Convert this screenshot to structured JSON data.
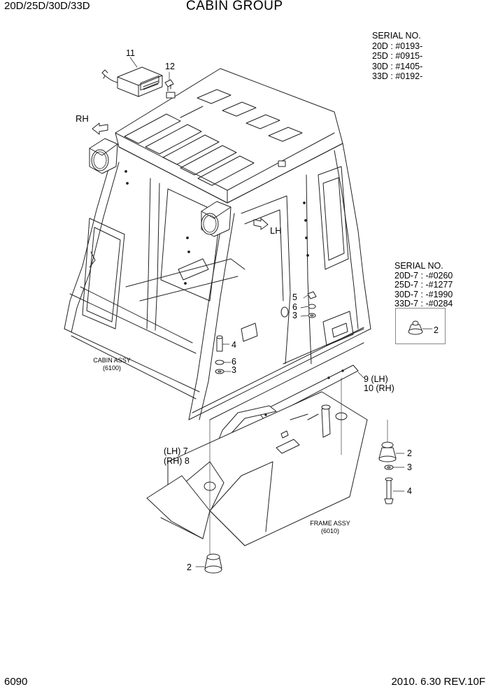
{
  "header": {
    "models": "20D/25D/30D/33D",
    "title": "CABIN GROUP"
  },
  "serial_block_1": {
    "label": "SERIAL NO.",
    "lines": [
      "20D : #0193-",
      "25D : #0915-",
      "30D : #1405-",
      "33D : #0192-"
    ]
  },
  "serial_block_2": {
    "label": "SERIAL NO.",
    "lines": [
      "20D-7 : -#0260",
      "25D-7 : -#1277",
      "30D-7 : -#1990",
      "33D-7 : -#0284"
    ]
  },
  "arrows": {
    "rh": "RH",
    "lh": "LH"
  },
  "assemblies": {
    "cabin": {
      "name": "CABIN ASSY",
      "code": "(6100)"
    },
    "frame": {
      "name": "FRAME ASSY",
      "code": "(6010)"
    }
  },
  "callouts": {
    "c11": "11",
    "c12": "12",
    "c5": "5",
    "c6a": "6",
    "c3a": "3",
    "c4a": "4",
    "c6b": "6",
    "c3b": "3",
    "c9": "9 (LH)",
    "c10": "10 (RH)",
    "c7": "(LH) 7",
    "c8": "(RH) 8",
    "c2box": "2",
    "c2r": "2",
    "c3r": "3",
    "c4r": "4",
    "c2b": "2"
  },
  "footer": {
    "page": "6090",
    "revision": "2010. 6.30  REV.10F"
  }
}
